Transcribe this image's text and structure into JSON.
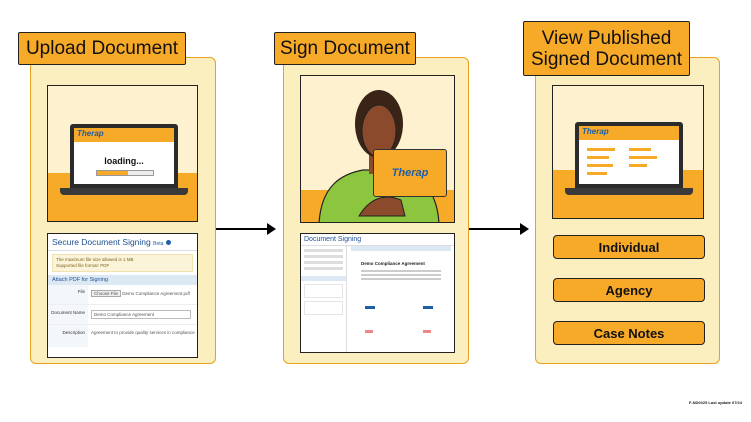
{
  "steps": {
    "upload": {
      "title": "Upload Document",
      "laptop": {
        "logo": "Therap",
        "loading_text": "loading..."
      },
      "form": {
        "heading": "Secure Document Signing",
        "heading_tag": "Beta",
        "notices": [
          "The maximum file size allowed is 1 MB",
          "Supported file format: PDF"
        ],
        "section_title": "Attach PDF for Signing",
        "file_label": "File",
        "choose_file_button": "Choose File",
        "file_name": "Demo Compliance Agreement.pdf",
        "document_name_label": "Document Name",
        "document_name_value": "Demo Compliance Agreement",
        "description_label": "Description",
        "description_value": "Agreement to provide quality services in compliance with applicable laws"
      }
    },
    "sign": {
      "title": "Sign Document",
      "laptop": {
        "logo": "Therap"
      },
      "form": {
        "heading": "Document Signing",
        "document_heading": "Demo Compliance Agreement"
      }
    },
    "view": {
      "title": "View Published Signed Document",
      "laptop": {
        "logo": "Therap"
      },
      "options": [
        "Individual",
        "Agency",
        "Case Notes"
      ]
    }
  },
  "footnote": "F-ND0025 Last update 07/24",
  "colors": {
    "accent": "#f7a928",
    "card_fill": "#fbefbf",
    "card_border": "#e8a21e",
    "therap_blue": "#1d5fa8",
    "blouse": "#8cc63f",
    "skin": "#8b4a2b"
  }
}
